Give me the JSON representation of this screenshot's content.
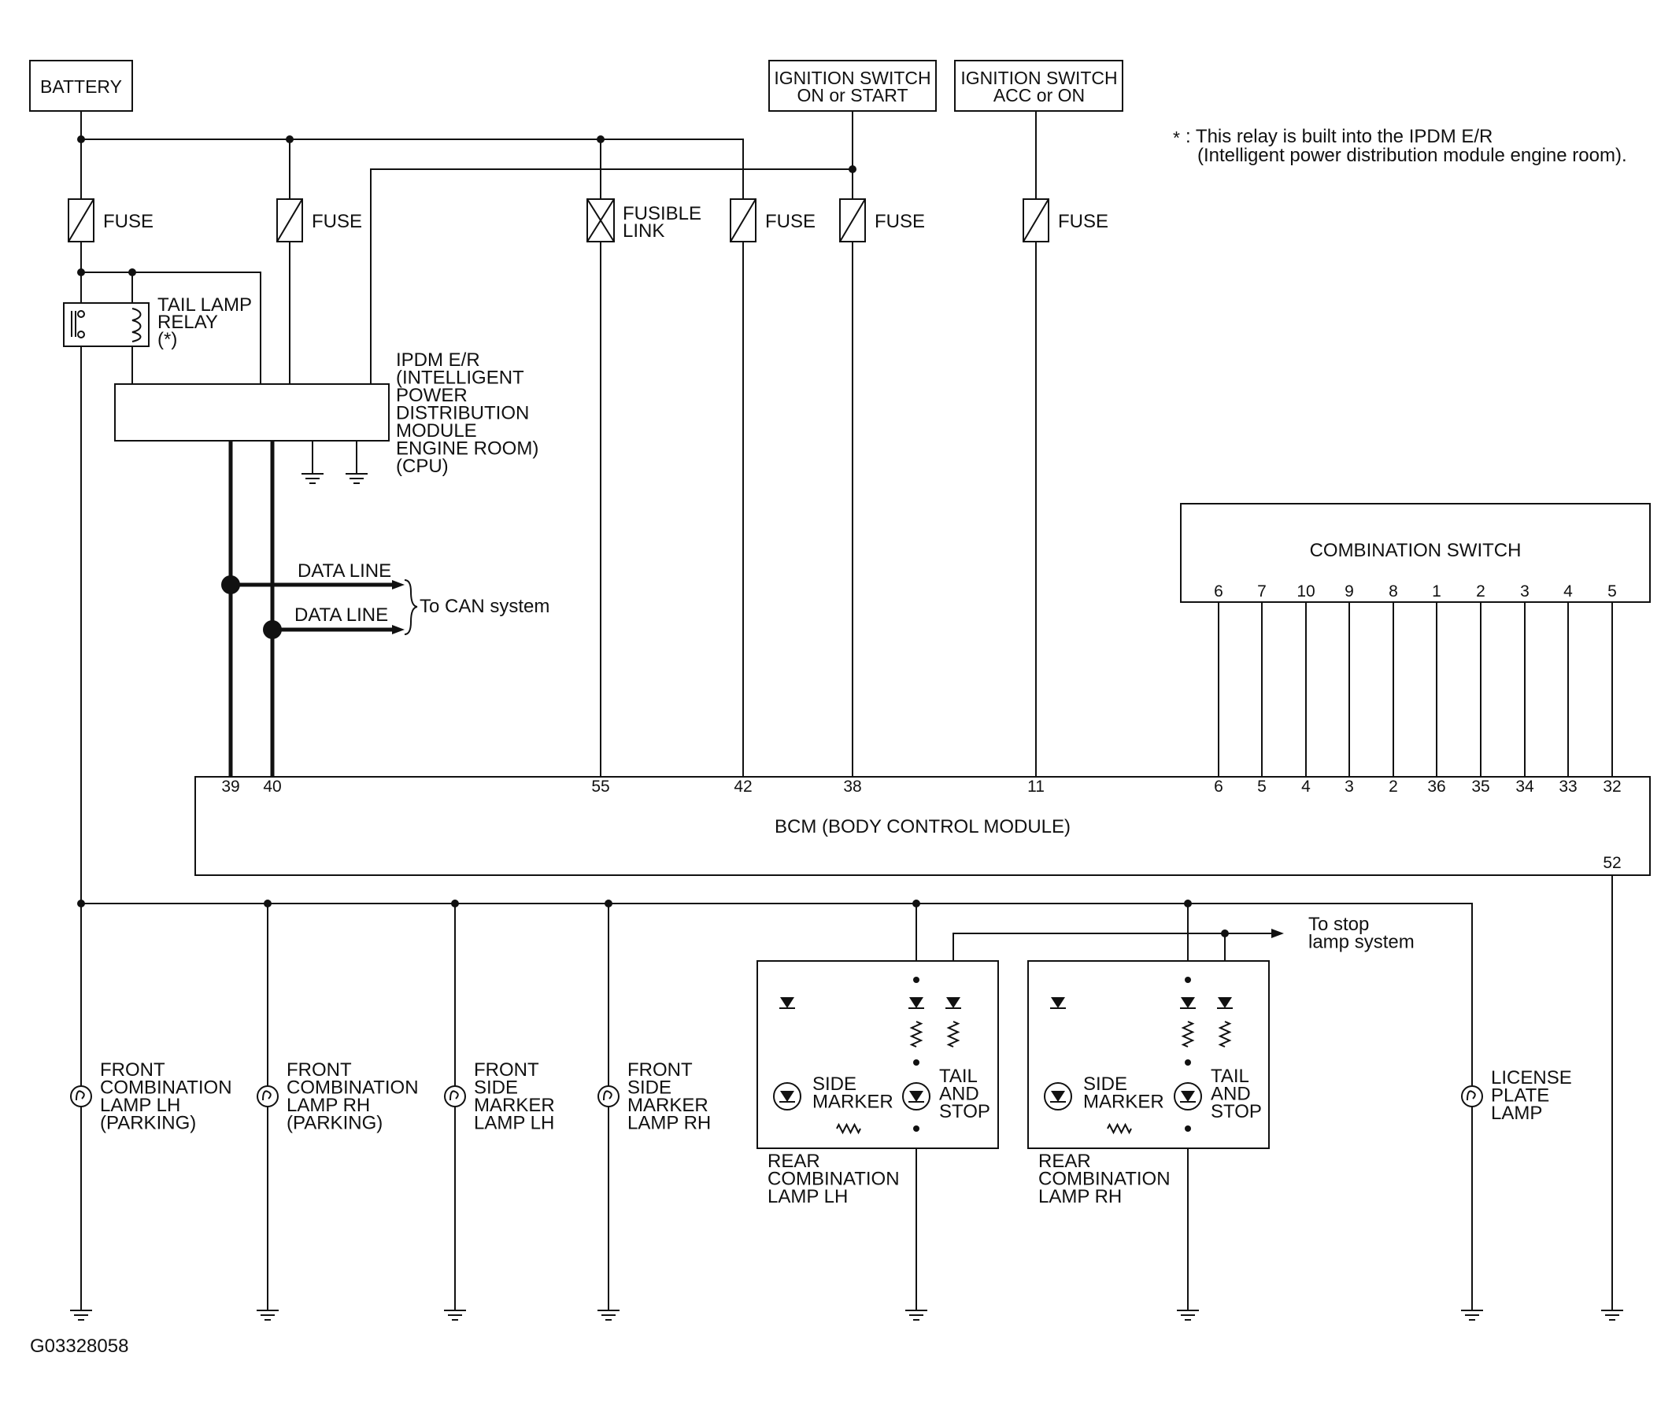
{
  "sources": {
    "battery": "BATTERY",
    "ign_on_start": [
      "IGNITION SWITCH",
      "ON or START"
    ],
    "ign_acc_on": [
      "IGNITION SWITCH",
      "ACC or ON"
    ]
  },
  "footnote": {
    "star": "*",
    "line1": ": This relay is built into the IPDM E/R",
    "line2": "(Intelligent power distribution module engine room)."
  },
  "fuse_label": "FUSE",
  "fusible_link": [
    "FUSIBLE",
    "LINK"
  ],
  "tail_lamp_relay": [
    "TAIL LAMP",
    "RELAY",
    "(*)"
  ],
  "ipdm": [
    "IPDM E/R",
    "(INTELLIGENT",
    " POWER",
    " DISTRIBUTION",
    " MODULE",
    " ENGINE ROOM)",
    "(CPU)"
  ],
  "data_line": "DATA LINE",
  "can_label": "To CAN system",
  "combination_switch": {
    "title": "COMBINATION SWITCH",
    "pins": [
      "6",
      "7",
      "10",
      "9",
      "8",
      "1",
      "2",
      "3",
      "4",
      "5"
    ]
  },
  "bcm": {
    "title": "BCM (BODY CONTROL MODULE)",
    "pins_left": [
      "39",
      "40",
      "55",
      "42",
      "38",
      "11"
    ],
    "pins_right": [
      "6",
      "5",
      "4",
      "3",
      "2",
      "36",
      "35",
      "34",
      "33",
      "32"
    ],
    "pin_bottom": "52"
  },
  "stop_lamp": [
    "To stop",
    "lamp system"
  ],
  "lamps": {
    "front_comb_lh": [
      "FRONT",
      "COMBINATION",
      "LAMP LH",
      "(PARKING)"
    ],
    "front_comb_rh": [
      "FRONT",
      "COMBINATION",
      "LAMP RH",
      "(PARKING)"
    ],
    "front_side_lh": [
      "FRONT",
      "SIDE",
      "MARKER",
      "LAMP LH"
    ],
    "front_side_rh": [
      "FRONT",
      "SIDE",
      "MARKER",
      "LAMP RH"
    ],
    "license": [
      "LICENSE",
      "PLATE",
      "LAMP"
    ]
  },
  "rear_lamp": {
    "side_marker": [
      "SIDE",
      "MARKER"
    ],
    "tail_stop": [
      "TAIL",
      "AND",
      "STOP"
    ],
    "lh": [
      "REAR",
      "COMBINATION",
      "LAMP LH"
    ],
    "rh": [
      "REAR",
      "COMBINATION",
      "LAMP RH"
    ]
  },
  "figure_id": "G03328058"
}
